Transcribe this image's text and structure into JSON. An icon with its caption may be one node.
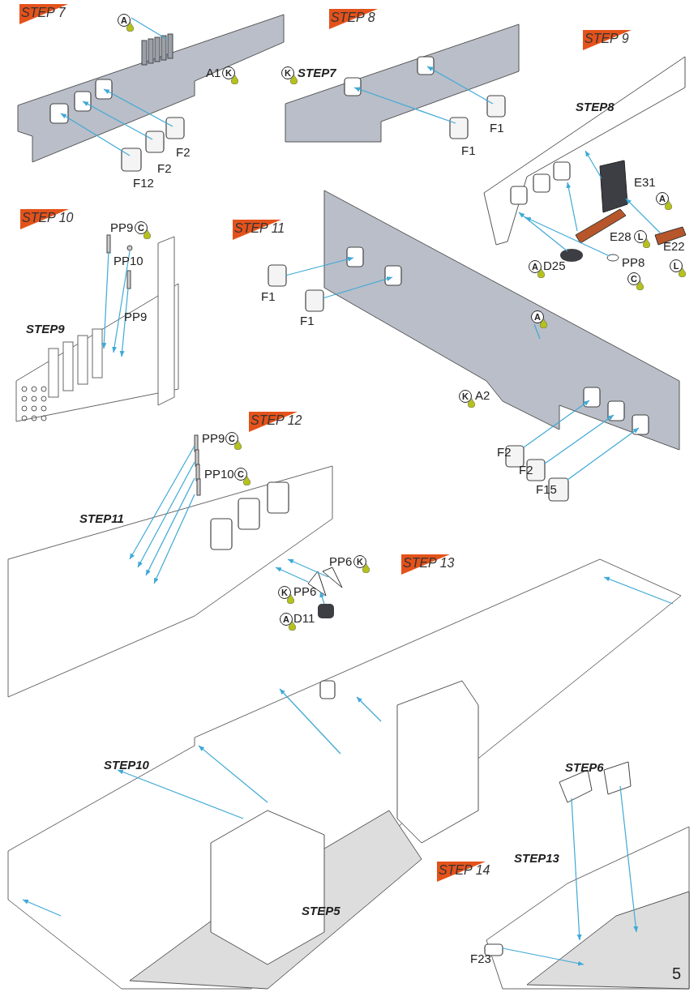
{
  "diagram": {
    "nodes": [
      {
        "text": [
          "A"
        ]
      },
      {
        "text": [
          "K"
        ]
      },
      {
        "text": [
          "K"
        ]
      },
      {
        "text": [
          "A"
        ]
      },
      {
        "text": [
          "L"
        ]
      },
      {
        "text": [
          "A"
        ]
      },
      {
        "text": [
          "L"
        ]
      },
      {
        "text": [
          "C"
        ]
      },
      {
        "text": [
          "C"
        ]
      },
      {
        "text": [
          "A"
        ]
      },
      {
        "text": [
          "K"
        ]
      },
      {
        "text": [
          "C"
        ]
      },
      {
        "text": [
          "C"
        ]
      },
      {
        "text": [
          "K"
        ]
      },
      {
        "text": [
          "K"
        ]
      },
      {
        "text": [
          "A"
        ]
      }
    ],
    "edges": [
      {
        "from": 0,
        "to": null,
        "arrow": "none"
      },
      {
        "from": 9,
        "to": null,
        "arrow": "none"
      }
    ],
    "labels": [
      "STEP 7",
      "A1",
      "F2",
      "F2",
      "F12",
      "STEP 8",
      "STEP7",
      "F1",
      "F1",
      "STEP 9",
      "STEP8",
      "E31",
      "E28",
      "E22",
      "D25",
      "PP8",
      "STEP 10",
      "PP9",
      "PP10",
      "PP9",
      "STEP9",
      "STEP 11",
      "F1",
      "F1",
      "A2",
      "F2",
      "F2",
      "F15",
      "STEP 12",
      "PP9",
      "PP10",
      "STEP11",
      "PP6",
      "PP6",
      "D11",
      "STEP 13",
      "STEP10",
      "STEP5",
      "STEP 14",
      "STEP6",
      "STEP13",
      "F23",
      "5"
    ]
  }
}
